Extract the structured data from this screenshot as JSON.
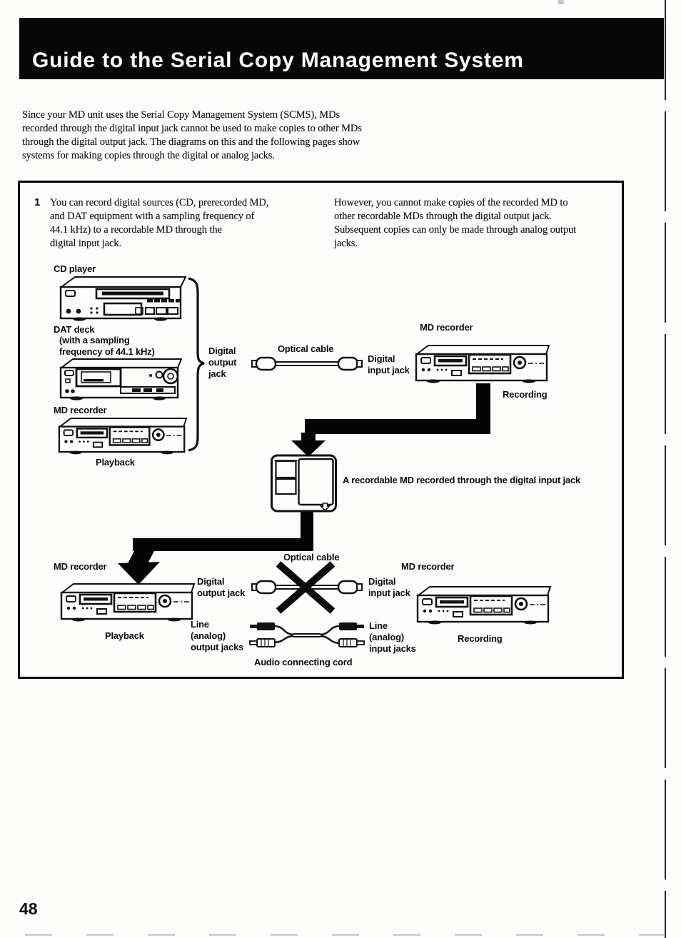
{
  "header": {
    "title": "Guide to the Serial Copy Management System"
  },
  "intro": "Since your MD unit uses the Serial Copy Management System (SCMS), MDs\nrecorded through the digital input jack cannot be used to make copies to other MDs\nthrough the digital output jack. The diagrams on this and the following pages show\nsystems for making copies through the digital or analog jacks.",
  "panel": {
    "step_number": "1",
    "left_text": "You can record digital sources (CD, prerecorded MD,\nand DAT equipment with a sampling frequency of\n44.1 kHz) to a recordable MD through the\ndigital input jack.",
    "right_text": "However, you cannot make copies of the recorded MD to\nother recordable MDs through the digital output jack.\nSubsequent copies can only be made through analog output\njacks.",
    "labels": {
      "cd_player": "CD player",
      "dat_deck": "DAT deck",
      "dat_deck_note": "(with a sampling\nfrequency of 44.1 kHz)",
      "md_recorder": "MD recorder",
      "playback": "Playback",
      "recording": "Recording",
      "digital_output_jack": "Digital\noutput\njack",
      "digital_output_jack_2": "Digital\noutput jack",
      "digital_input_jack": "Digital\ninput jack",
      "optical_cable": "Optical cable",
      "md_caption": "A recordable MD recorded through the digital input jack",
      "line_analog_output": "Line\n(analog)\noutput jacks",
      "line_analog_input": "Line\n(analog)\ninput jacks",
      "audio_cord": "Audio connecting cord"
    }
  },
  "footer": {
    "page_number": "48"
  }
}
